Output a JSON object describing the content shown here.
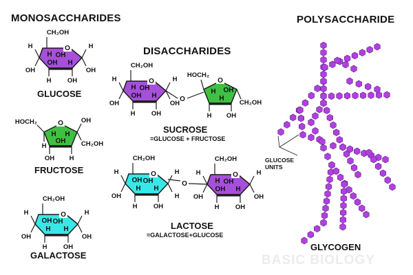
{
  "headings": {
    "monosaccharides": "MONOSACCHARIDES",
    "disaccharides": "DISACCHARIDES",
    "polysaccharide": "POLYSACCHARIDE"
  },
  "molecules": [
    {
      "id": "glucose",
      "name": "GLUCOSE",
      "color": "#a64fd9"
    },
    {
      "id": "fructose",
      "name": "FRUCTOSE",
      "color": "#3fc043"
    },
    {
      "id": "galactose",
      "name": "GALACTOSE",
      "color": "#38e8e8"
    },
    {
      "id": "sucrose",
      "name": "SUCROSE",
      "formula": "=GLUCOSE + FRUCTOSE"
    },
    {
      "id": "lactose",
      "name": "LACTOSE",
      "formula": "=GALACTOSE+GLUCOSE"
    },
    {
      "id": "glycogen",
      "name": "GLYCOGEN",
      "color": "#b040e0"
    }
  ],
  "atoms": {
    "oxygen": "O",
    "hydrogen": "H",
    "hydroxyl": "OH",
    "hydroxymethyl": "CH₂OH",
    "hydroxymethyl_left": "HOCH₂"
  },
  "annotation": {
    "glucose_units": "GLUCOSE UNITS"
  },
  "watermark": "BASIC BIOLOGY",
  "colors": {
    "outline": "#1a1a1a",
    "ink": "#111111",
    "watermark": "#ececec"
  }
}
